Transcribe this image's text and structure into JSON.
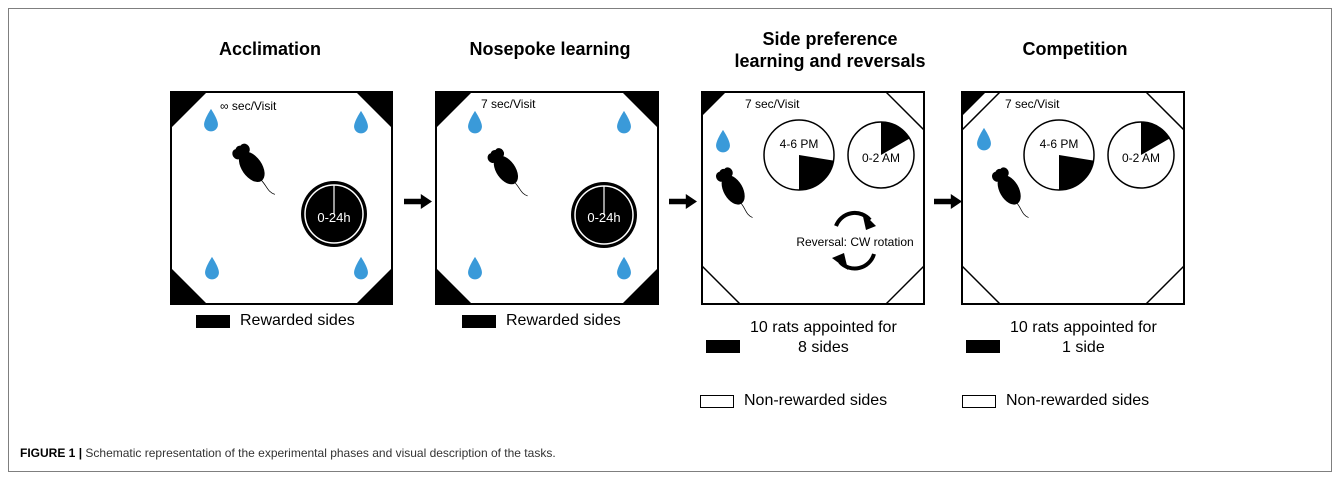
{
  "figure": {
    "caption_label": "FIGURE 1",
    "caption_sep": "|",
    "caption_text": "Schematic representation of the experimental phases and visual description of the tasks."
  },
  "panels": [
    {
      "title": "Acclimation",
      "title_line2": "",
      "rate": "∞ sec/Visit",
      "clock_label": "0-24h"
    },
    {
      "title": "Nosepoke learning",
      "title_line2": "",
      "rate": "7 sec/Visit",
      "clock_label": "0-24h"
    },
    {
      "title": "Side preference",
      "title_line2": "learning and reversals",
      "rate": "7 sec/Visit",
      "clock1_label": "4-6 PM",
      "clock2_label": "0-2 AM",
      "reversal_label": "Reversal: CW rotation"
    },
    {
      "title": "Competition",
      "title_line2": "",
      "rate": "7 sec/Visit",
      "clock1_label": "4-6 PM",
      "clock2_label": "0-2 AM"
    }
  ],
  "legends": {
    "rewarded": "Rewarded sides",
    "appointed8_line1": "10 rats appointed for",
    "appointed8_line2": "8 sides",
    "appointed1_line1": "10 rats appointed for",
    "appointed1_line2": "1 side",
    "nonrewarded": "Non-rewarded sides"
  },
  "colors": {
    "water": "#3a9ad9",
    "black": "#000000",
    "frame": "#7f7f7f"
  }
}
